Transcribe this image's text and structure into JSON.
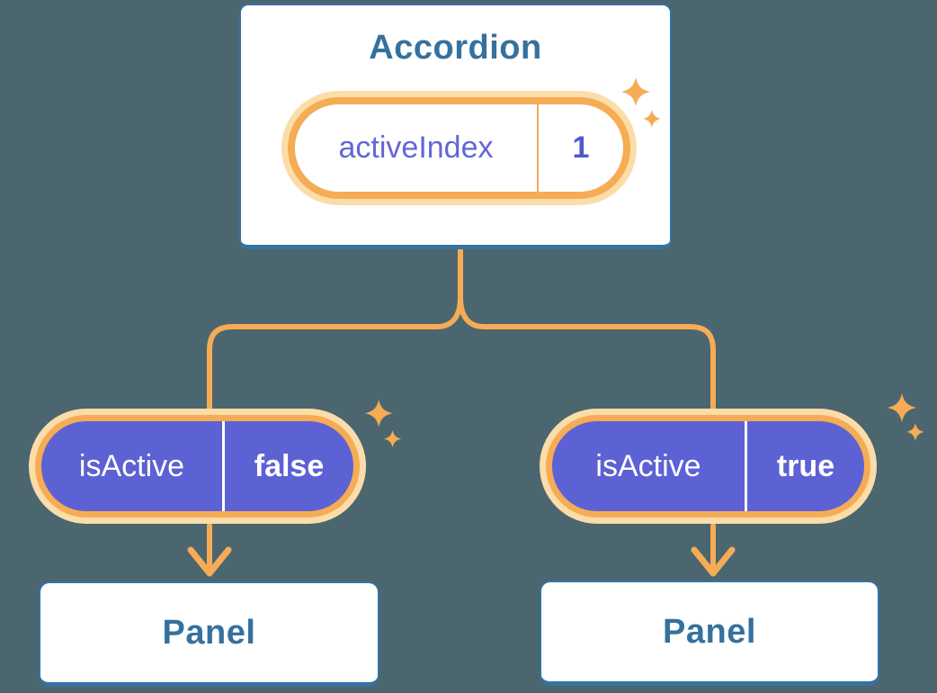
{
  "colors": {
    "background": "#4B666E",
    "accent_orange": "#F5AC55",
    "accent_orange_glow": "#FBDDA9",
    "purple_fill": "#5C61D4",
    "purple_text": "#6366D8",
    "purple_value": "#5157CE",
    "blue_text": "#35719E",
    "card_border": "#3572A2",
    "card_bg": "#FFFFFF"
  },
  "icons": {
    "sparkle": "sparkle-icon",
    "arrow_down": "arrow-down-icon"
  },
  "tree": {
    "root": {
      "title": "Accordion",
      "state_pill": {
        "label": "activeIndex",
        "value": "1"
      }
    },
    "children": [
      {
        "prop_pill": {
          "label": "isActive",
          "value": "false"
        },
        "panel_title": "Panel"
      },
      {
        "prop_pill": {
          "label": "isActive",
          "value": "true"
        },
        "panel_title": "Panel"
      }
    ]
  }
}
